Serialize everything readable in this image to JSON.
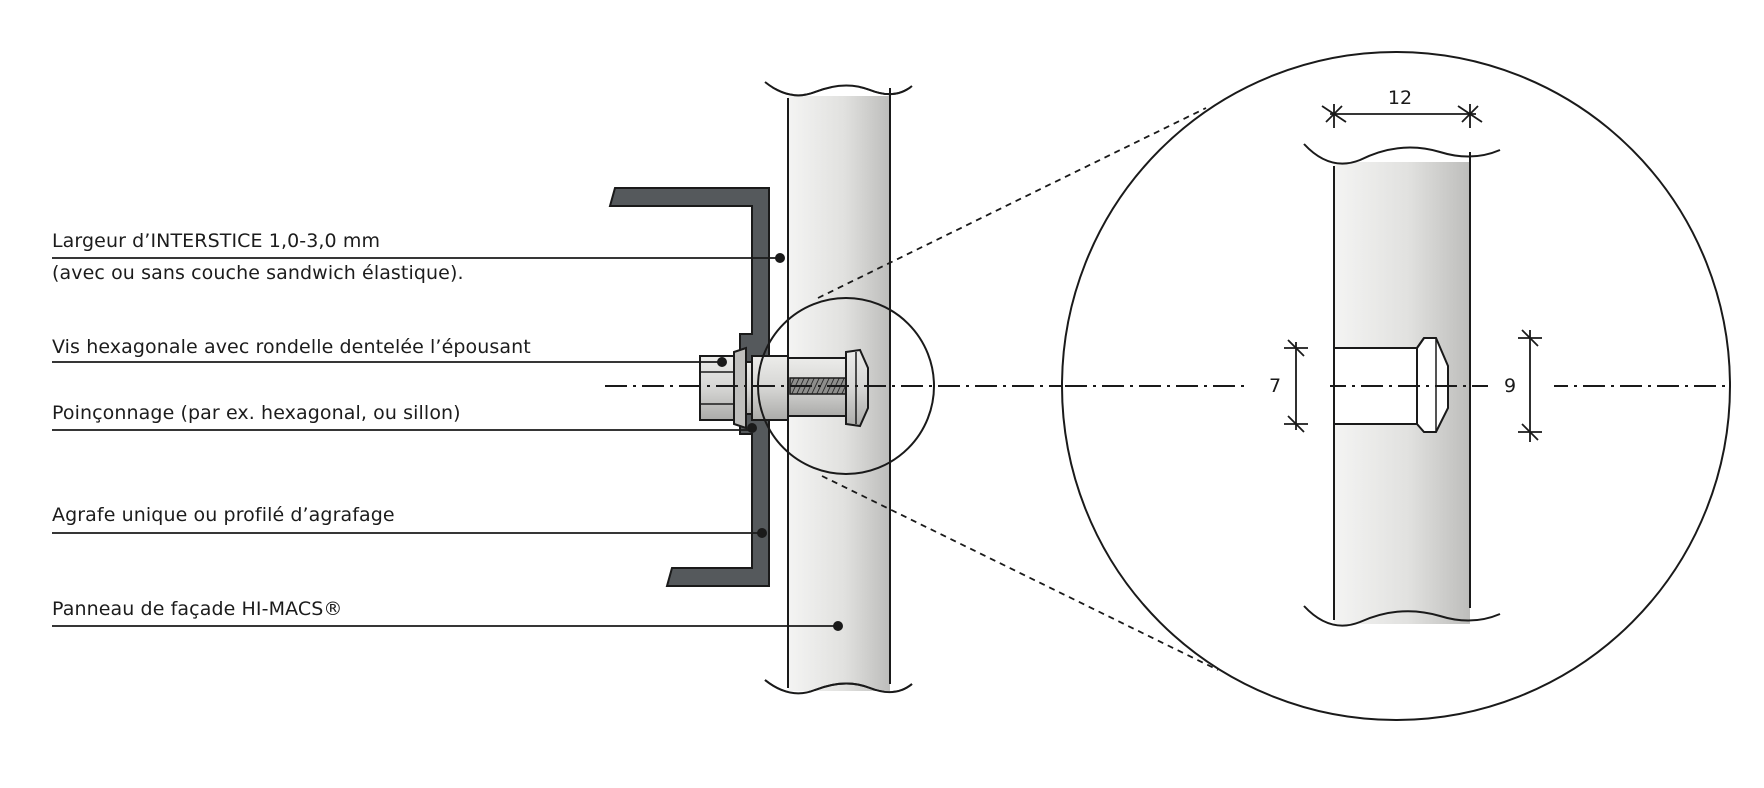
{
  "labels": {
    "gap_line1": "Largeur d’INTERSTICE 1,0-3,0 mm",
    "gap_line2": "(avec ou sans couche sandwich élastique).",
    "screw": "Vis hexagonale avec rondelle dentelée l’épousant",
    "punch": "Poinçonnage (par ex. hexagonal, ou sillon)",
    "clip": "Agrafe unique ou profilé d’agrafage",
    "panel": "Panneau de façade HI-MACS®"
  },
  "dimensions": {
    "panel_thickness": "12",
    "hole_diameter": "7",
    "undercut_diameter": "9"
  },
  "colors": {
    "profile": "#55595c",
    "panel_light": "#f2f2f1",
    "panel_dark": "#c9c9c7",
    "line": "#1a1a1a"
  }
}
